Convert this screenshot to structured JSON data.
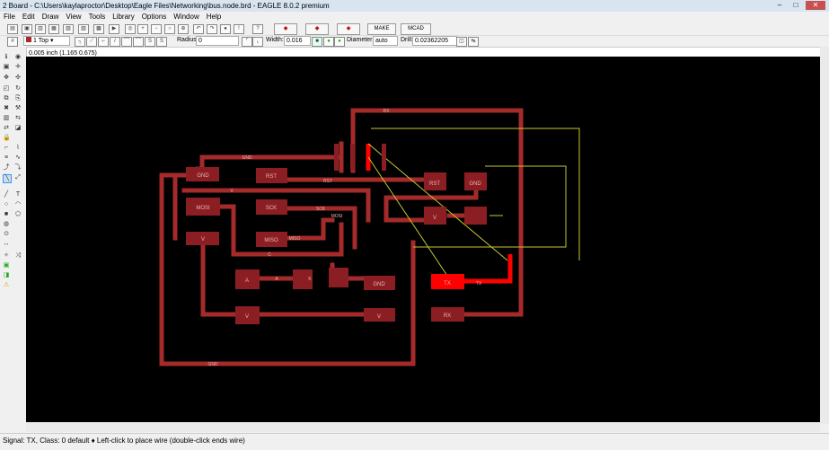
{
  "window": {
    "title": "2 Board - C:\\Users\\kaylaproctor\\Desktop\\Eagle Files\\Networking\\bus.node.brd - EAGLE 8.0.2 premium"
  },
  "menu": [
    "File",
    "Edit",
    "Draw",
    "View",
    "Tools",
    "Library",
    "Options",
    "Window",
    "Help"
  ],
  "toolbar": {
    "make_label": "MAKE",
    "mcad_label": "MCAD"
  },
  "params": {
    "layer": "1 Top",
    "radius_label": "Radius:",
    "radius_value": "0",
    "width_label": "Width:",
    "width_value": "0.016",
    "diameter_label": "Diameter:",
    "diameter_value": "auto",
    "drill_label": "Drill:",
    "drill_value": "0.02362205"
  },
  "coord_readout": "0.005 inch (1.165 0.675)",
  "status": "Signal: TX, Class: 0 default  ♦ Left-click to place wire (double-click ends wire)",
  "colors": {
    "canvas": "#000000",
    "pad": "#8b1e23",
    "trace": "#a52a2a",
    "selected": "#ff0000",
    "airwire": "#c8c832",
    "label": "#e8b4b4"
  },
  "pcb": {
    "components": [
      "GND",
      "RST",
      "MOSI",
      "SCK",
      "V",
      "MISO",
      "A",
      "V",
      "V",
      "GND",
      "TX",
      "RX",
      "RST",
      "GND",
      "V"
    ],
    "net_labels": [
      "GND",
      "GND",
      "RST",
      "V",
      "C",
      "MOSI",
      "MISO",
      "SCK",
      "RX",
      "TX",
      "A",
      "K"
    ]
  }
}
